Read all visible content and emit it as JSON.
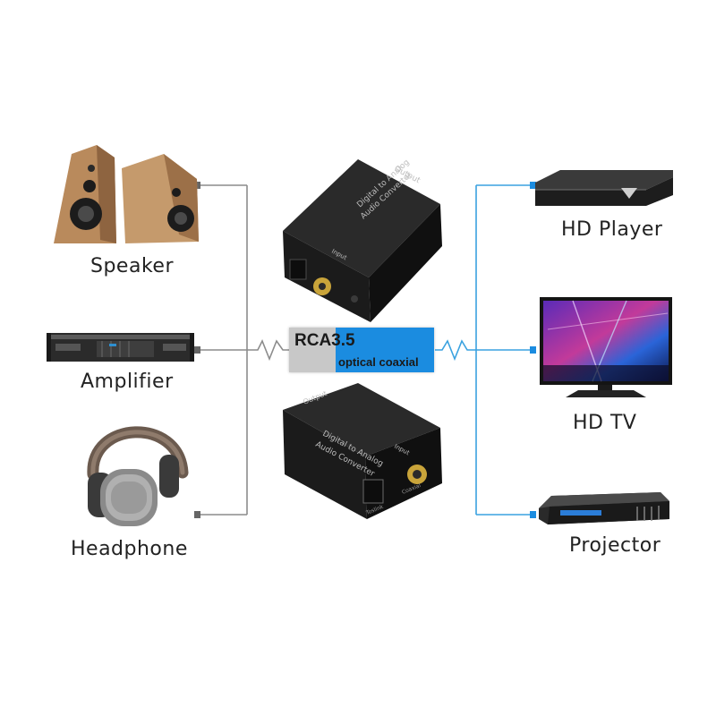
{
  "left_devices": [
    {
      "label": "Speaker"
    },
    {
      "label": "Amplifier"
    },
    {
      "label": "Headphone"
    }
  ],
  "right_devices": [
    {
      "label": "HD Player"
    },
    {
      "label": "HD TV"
    },
    {
      "label": "Projector"
    }
  ],
  "converter_top": {
    "text_top": "Output",
    "text_main1": "Digital to Analog",
    "text_main2": "Audio Converter",
    "text_input": "Input"
  },
  "converter_bottom": {
    "text_top": "Output",
    "text_main1": "Digital to Analog",
    "text_main2": "Audio Converter",
    "text_input": "Input",
    "text_port1": "Toslink",
    "text_port2": "Coaxial"
  },
  "badge": {
    "primary": "RCA3.5",
    "secondary": "optical coaxial"
  },
  "colors": {
    "left_line": "#8c8c8c",
    "right_line": "#3aa2e0",
    "badge_blue": "#1b8ce0",
    "badge_gray": "#c8c8c8"
  }
}
